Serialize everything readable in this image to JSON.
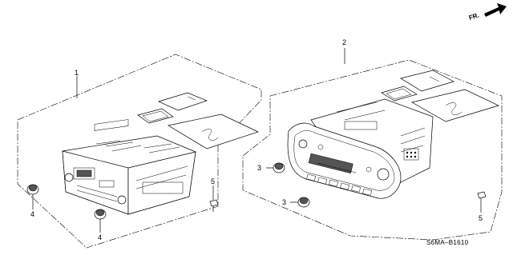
{
  "diagram": {
    "direction_label": "FR.",
    "diagram_code": "S6MA–B1610",
    "callouts": {
      "assembly_left": "1",
      "assembly_right": "2",
      "knob_right_upper": "3",
      "knob_right_lower": "3",
      "knob_left_upper": "4",
      "knob_left_lower": "4",
      "screw_left": "5",
      "screw_right": "5"
    }
  }
}
